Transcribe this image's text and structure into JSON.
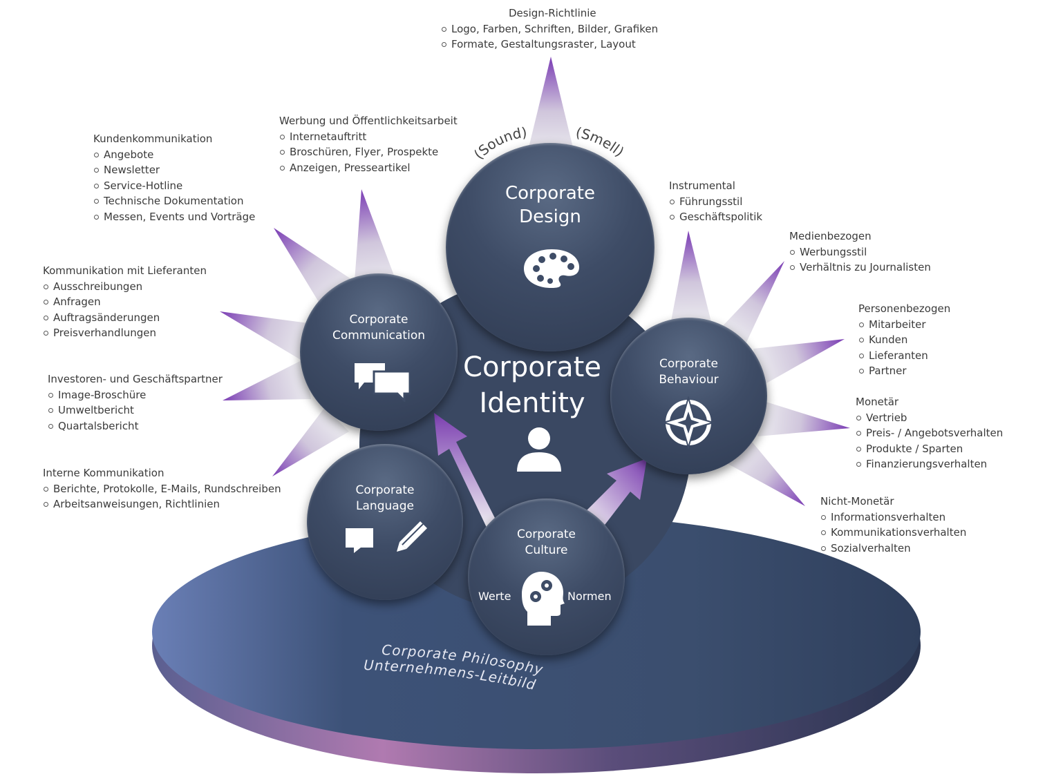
{
  "center": {
    "line1": "Corporate",
    "line2": "Identity"
  },
  "design": {
    "line1": "Corporate",
    "line2": "Design"
  },
  "communication": {
    "line1": "Corporate",
    "line2": "Communication"
  },
  "behaviour": {
    "line1": "Corporate",
    "line2": "Behaviour"
  },
  "language": {
    "line1": "Corporate",
    "line2": "Language"
  },
  "culture": {
    "line1": "Corporate",
    "line2": "Culture",
    "left": "Werte",
    "right": "Normen"
  },
  "sound": "(Sound)",
  "smell": "(Smell)",
  "philosophy": {
    "line1": "Corporate Philosophy",
    "line2": "Unternehmens-Leitbild"
  },
  "notes": [
    {
      "title": "Design-Richtlinie",
      "items": [
        "Logo, Farben, Schriften, Bilder, Grafiken",
        "Formate, Gestaltungsraster, Layout"
      ]
    },
    {
      "title": "Werbung und Öffentlichkeitsarbeit",
      "items": [
        "Internetauftritt",
        "Broschüren, Flyer, Prospekte",
        "Anzeigen, Presseartikel"
      ]
    },
    {
      "title": "Kundenkommunikation",
      "items": [
        "Angebote",
        "Newsletter",
        "Service-Hotline",
        "Technische Dokumentation",
        "Messen, Events und Vorträge"
      ]
    },
    {
      "title": "Kommunikation mit Lieferanten",
      "items": [
        "Ausschreibungen",
        "Anfragen",
        "Auftragsänderungen",
        "Preisverhandlungen"
      ]
    },
    {
      "title": "Investoren- und Geschäftspartner",
      "items": [
        "Image-Broschüre",
        "Umweltbericht",
        "Quartalsbericht"
      ]
    },
    {
      "title": "Interne Kommunikation",
      "items": [
        "Berichte, Protokolle, E-Mails, Rundschreiben",
        "Arbeitsanweisungen, Richtlinien"
      ]
    },
    {
      "title": "Instrumental",
      "items": [
        "Führungsstil",
        "Geschäftspolitik"
      ]
    },
    {
      "title": "Medienbezogen",
      "items": [
        "Werbungsstil",
        "Verhältnis zu Journalisten"
      ]
    },
    {
      "title": "Personenbezogen",
      "items": [
        "Mitarbeiter",
        "Kunden",
        "Lieferanten",
        "Partner"
      ]
    },
    {
      "title": "Monetär",
      "items": [
        "Vertrieb",
        "Preis- / Angebotsverhalten",
        "Produkte / Sparten",
        "Finanzierungsverhalten"
      ]
    },
    {
      "title": "Nicht-Monetär",
      "items": [
        "Informationsverhalten",
        "Kommunikationsverhalten",
        "Sozialverhalten"
      ]
    }
  ]
}
